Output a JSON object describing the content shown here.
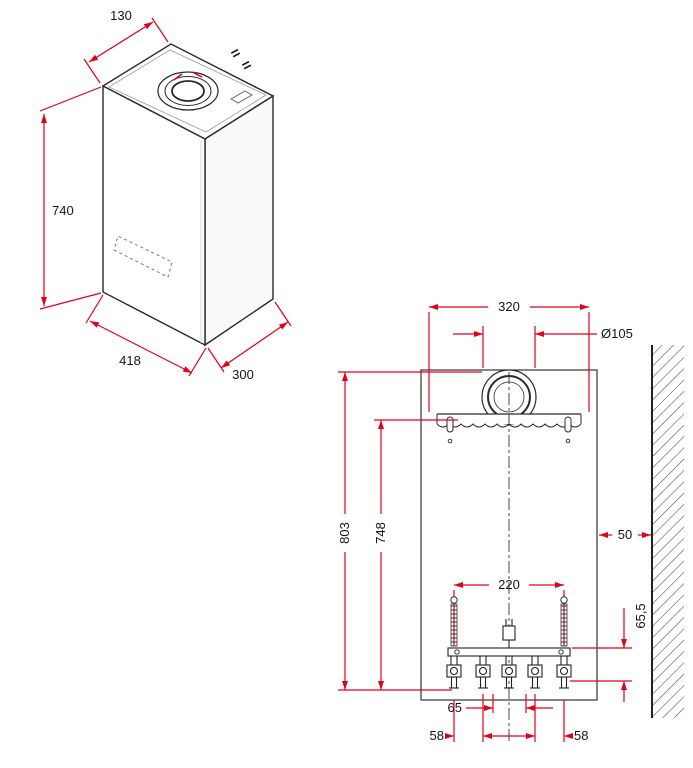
{
  "colors": {
    "dimension_red": "#e2001a",
    "line_black": "#1a1a1a",
    "hatch_gray": "#4a4a4a"
  },
  "iso_view": {
    "dims": {
      "top_depth": "130",
      "height": "740",
      "width": "418",
      "depth": "300"
    },
    "level_marks": {
      "left": "=",
      "right": "="
    }
  },
  "front_view": {
    "dims": {
      "top_width": "320",
      "flue_diameter": "Ø105",
      "overall_height": "803",
      "bracket_height": "748",
      "connection_span": "220",
      "side_clearance": "50",
      "connection_height": "65,5",
      "center_gap": "65",
      "left_gap": "58",
      "right_gap": "58"
    }
  }
}
